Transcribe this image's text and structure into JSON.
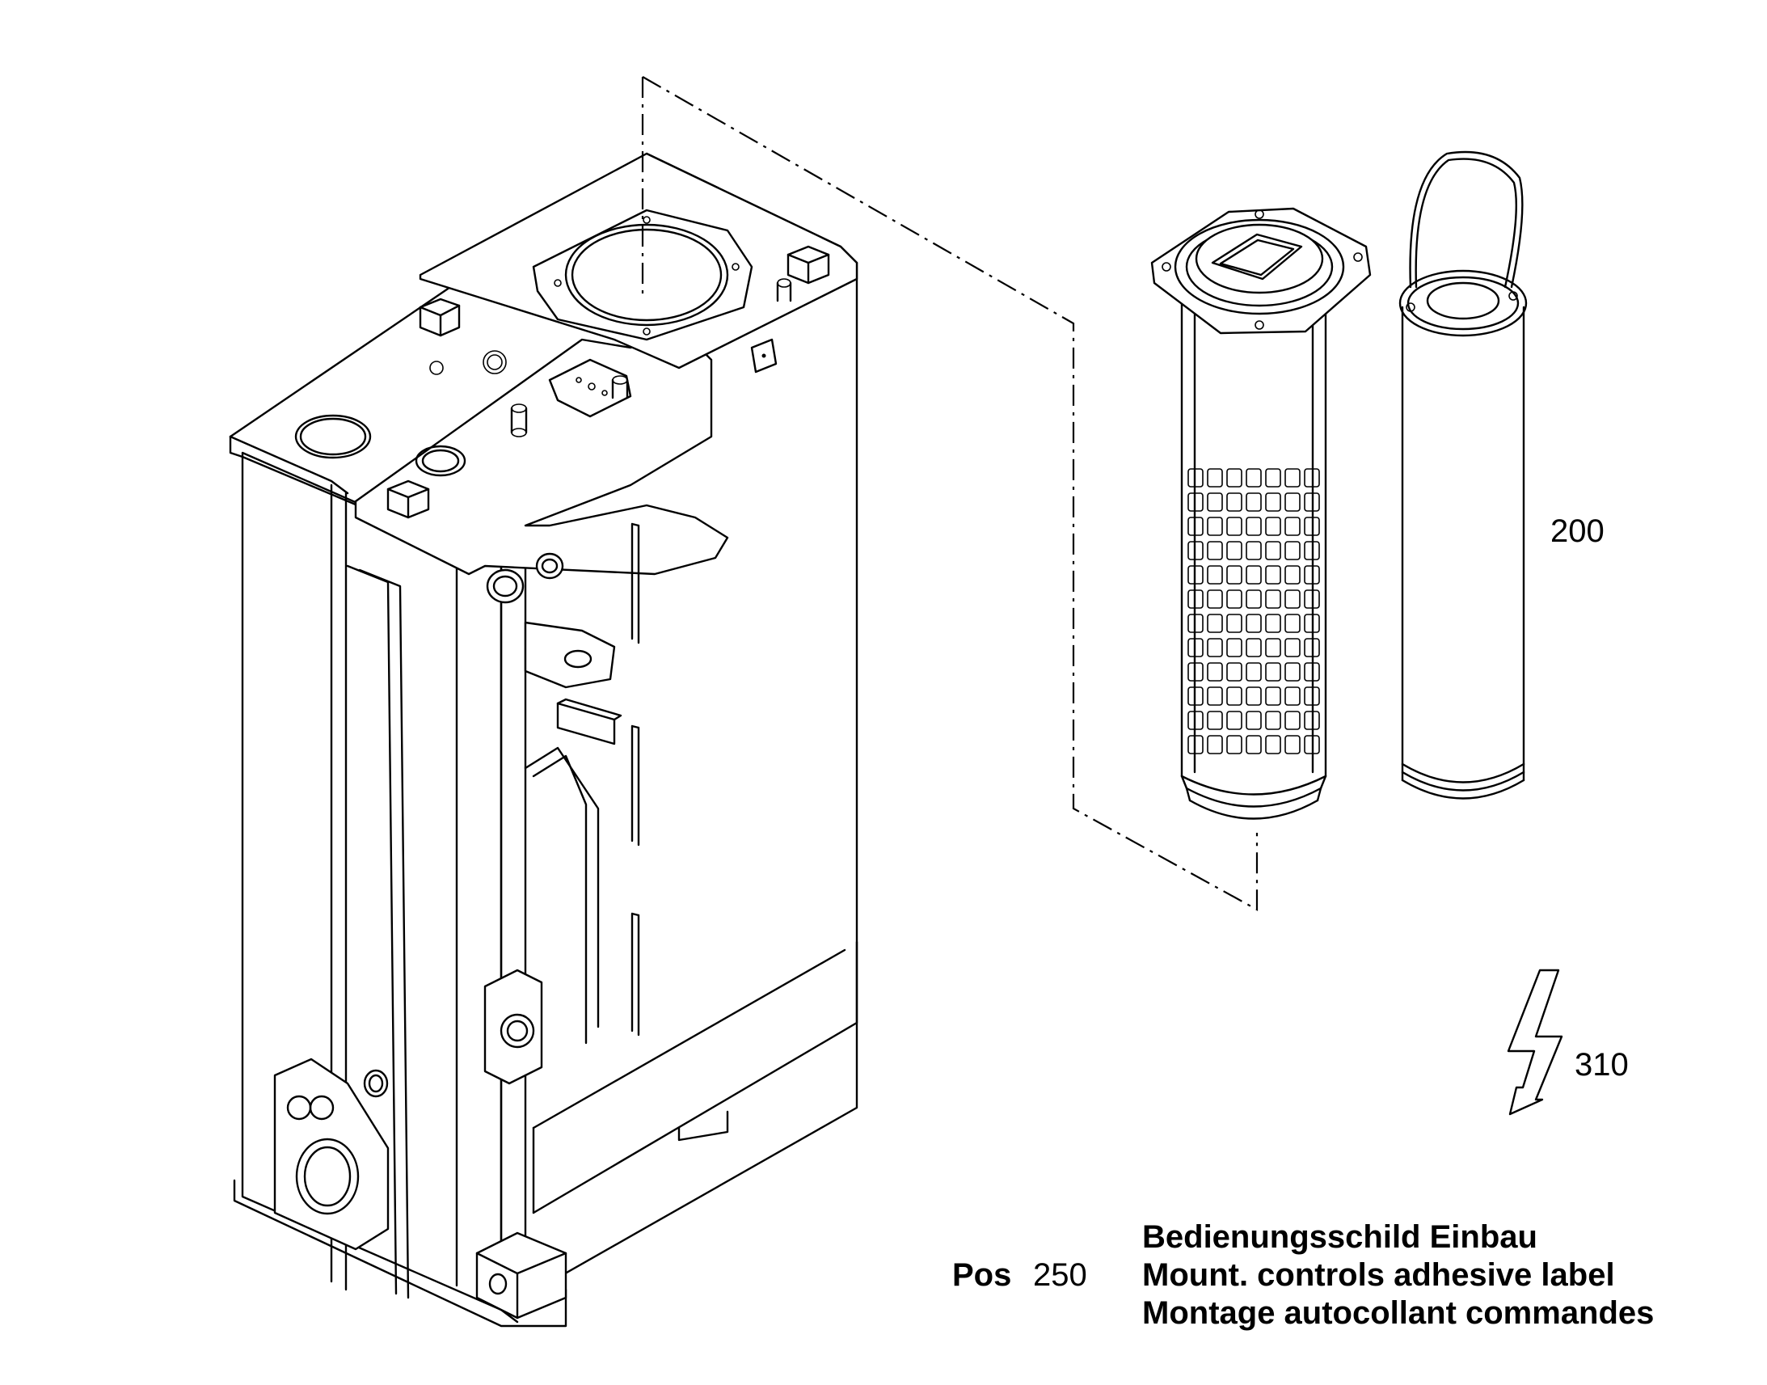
{
  "callouts": {
    "filter_cover": "200",
    "label_symbol": "310"
  },
  "caption": {
    "pos_label": "Pos",
    "pos_number": "250",
    "line_de": "Bedienungsschild Einbau",
    "line_en": "Mount. controls adhesive label",
    "line_fr": "Montage autocollant commandes"
  },
  "icons": {
    "label_symbol": "lightning-bolt-icon"
  },
  "colors": {
    "ink": "#000000",
    "paper": "#ffffff"
  }
}
